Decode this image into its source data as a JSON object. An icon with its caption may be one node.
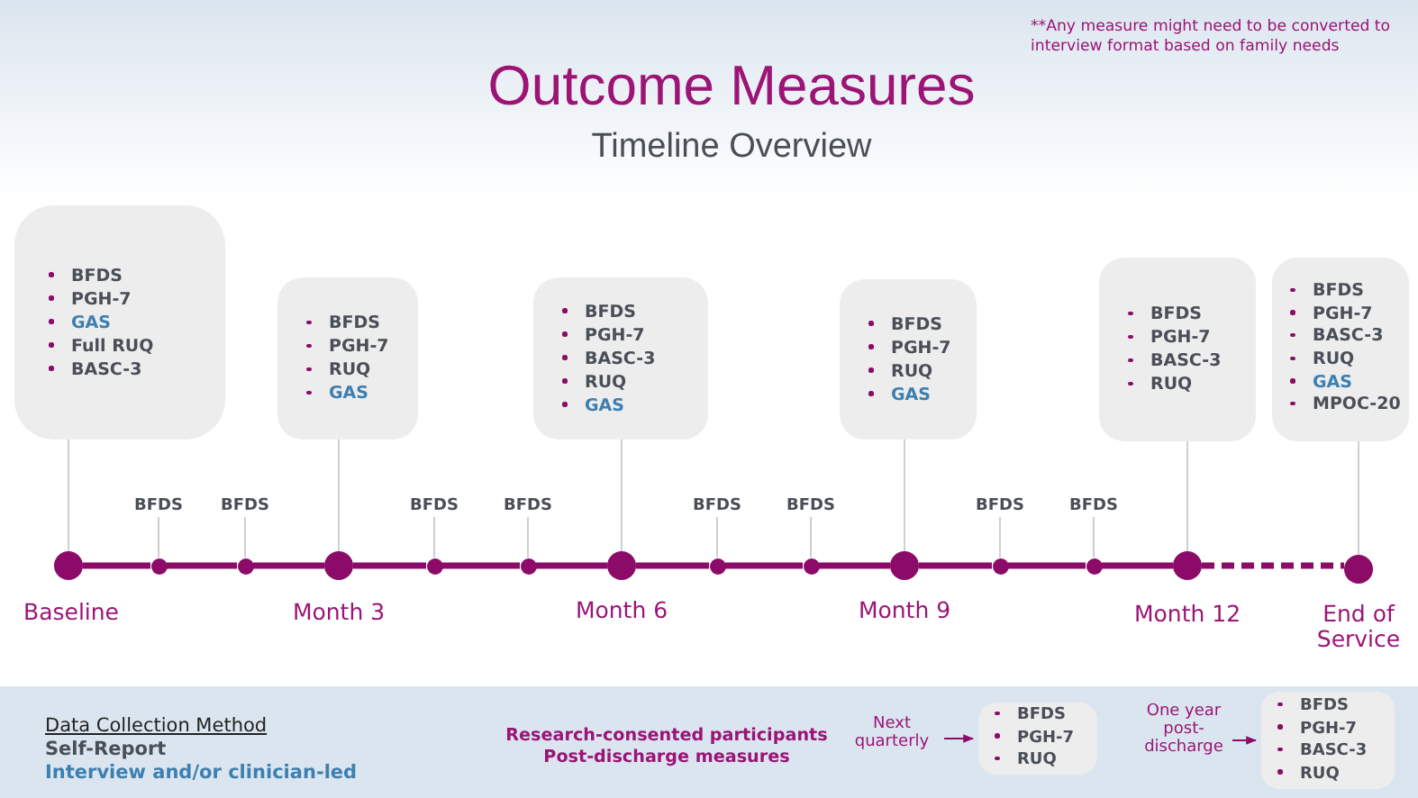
{
  "diagram": {
    "title": "Outcome Measures",
    "nodes": [
      {
        "text": [
          "BFDS",
          "PGH-7",
          "GAS",
          "Full RUQ",
          "BASC-3"
        ]
      },
      {
        "text": [
          "BFDS",
          "PGH-7",
          "RUQ",
          "GAS"
        ]
      },
      {
        "text": [
          "BFDS",
          "PGH-7",
          "BASC-3",
          "RUQ",
          "GAS"
        ]
      },
      {
        "text": [
          "BFDS",
          "PGH-7",
          "RUQ",
          "GAS"
        ]
      },
      {
        "text": [
          "BFDS",
          "PGH-7",
          "BASC-3",
          "RUQ"
        ]
      },
      {
        "text": [
          "BFDS",
          "PGH-7",
          "BASC-3",
          "RUQ",
          "GAS",
          "MPOC-20"
        ]
      },
      {
        "text": [],
        "shape": "circle",
        "beside": [
          "Baseline"
        ]
      },
      {
        "text": [],
        "shape": "circle",
        "beside": [
          "Month 3"
        ]
      },
      {
        "text": [],
        "shape": "circle",
        "beside": [
          "Month 6"
        ]
      },
      {
        "text": [],
        "shape": "circle",
        "beside": [
          "Month 9"
        ]
      },
      {
        "text": [],
        "shape": "circle",
        "beside": [
          "Month 12"
        ]
      },
      {
        "text": [],
        "shape": "circle",
        "beside": [
          "End of Service"
        ]
      },
      {
        "text": [],
        "shape": "circle"
      },
      {
        "text": [],
        "shape": "circle"
      },
      {
        "text": [],
        "shape": "circle"
      },
      {
        "text": [],
        "shape": "circle"
      },
      {
        "text": [],
        "shape": "circle"
      },
      {
        "text": [],
        "shape": "circle"
      },
      {
        "text": [],
        "shape": "circle"
      },
      {
        "text": [],
        "shape": "circle"
      },
      {
        "text": [
          "BFDS"
        ]
      },
      {
        "text": [
          "BFDS"
        ]
      },
      {
        "text": [
          "BFDS"
        ]
      },
      {
        "text": [
          "BFDS"
        ]
      },
      {
        "text": [
          "BFDS"
        ]
      },
      {
        "text": [
          "BFDS"
        ]
      },
      {
        "text": [
          "BFDS"
        ]
      },
      {
        "text": [
          "BFDS"
        ]
      },
      {
        "text": [
          "Next quarterly"
        ]
      },
      {
        "text": [
          "BFDS",
          "PGH-7",
          "RUQ"
        ]
      },
      {
        "text": [
          "One year post-discharge"
        ]
      },
      {
        "text": [
          "BFDS",
          "PGH-7",
          "BASC-3",
          "RUQ"
        ]
      }
    ],
    "edges": [
      {
        "from": 0,
        "to": 6,
        "arrow": "none",
        "color": "#cfcfcf"
      },
      {
        "from": 1,
        "to": 7,
        "arrow": "none",
        "color": "#cfcfcf"
      },
      {
        "from": 2,
        "to": 8,
        "arrow": "none",
        "color": "#cfcfcf"
      },
      {
        "from": 3,
        "to": 9,
        "arrow": "none",
        "color": "#cfcfcf"
      },
      {
        "from": 4,
        "to": 10,
        "arrow": "none",
        "color": "#cfcfcf"
      },
      {
        "from": 5,
        "to": 11,
        "arrow": "none",
        "color": "#cfcfcf"
      },
      {
        "from": 20,
        "to": 12,
        "arrow": "none",
        "color": "#cfcfcf"
      },
      {
        "from": 21,
        "to": 13,
        "arrow": "none",
        "color": "#cfcfcf"
      },
      {
        "from": 22,
        "to": 14,
        "arrow": "none",
        "color": "#cfcfcf"
      },
      {
        "from": 23,
        "to": 15,
        "arrow": "none",
        "color": "#cfcfcf"
      },
      {
        "from": 24,
        "to": 16,
        "arrow": "none",
        "color": "#cfcfcf"
      },
      {
        "from": 25,
        "to": 17,
        "arrow": "none",
        "color": "#cfcfcf"
      },
      {
        "from": 26,
        "to": 18,
        "arrow": "none",
        "color": "#cfcfcf"
      },
      {
        "from": 27,
        "to": 19,
        "arrow": "none",
        "color": "#cfcfcf"
      },
      {
        "from": 6,
        "to": 12,
        "arrow": "none",
        "style": "thick"
      },
      {
        "from": 12,
        "to": 13,
        "arrow": "none",
        "style": "thick"
      },
      {
        "from": 13,
        "to": 7,
        "arrow": "none",
        "style": "thick"
      },
      {
        "from": 7,
        "to": 14,
        "arrow": "none",
        "style": "thick"
      },
      {
        "from": 14,
        "to": 15,
        "arrow": "none",
        "style": "thick"
      },
      {
        "from": 15,
        "to": 8,
        "arrow": "none",
        "style": "thick"
      },
      {
        "from": 8,
        "to": 16,
        "arrow": "none",
        "style": "thick"
      },
      {
        "from": 16,
        "to": 17,
        "arrow": "none",
        "style": "thick"
      },
      {
        "from": 17,
        "to": 9,
        "arrow": "none",
        "style": "thick"
      },
      {
        "from": 9,
        "to": 18,
        "arrow": "none",
        "style": "thick"
      },
      {
        "from": 18,
        "to": 19,
        "arrow": "none",
        "style": "thick"
      },
      {
        "from": 19,
        "to": 10,
        "arrow": "none",
        "style": "thick"
      },
      {
        "from": 10,
        "to": 11,
        "arrow": "none",
        "style": "dashed"
      },
      {
        "from": 28,
        "to": 29,
        "arrow": "to"
      },
      {
        "from": 30,
        "to": 31,
        "arrow": "to"
      }
    ],
    "labels": [
      "**Any measure might need to be converted to interview format based on family needs",
      "Timeline Overview",
      "Data Collection Method",
      "Research-consented participants Post-discharge measures"
    ],
    "legend": [
      {
        "text": "Self-Report",
        "color": "#4a4f57"
      },
      {
        "text": "Interview and/or clinician-led",
        "color": "#3d7fb0"
      }
    ]
  }
}
